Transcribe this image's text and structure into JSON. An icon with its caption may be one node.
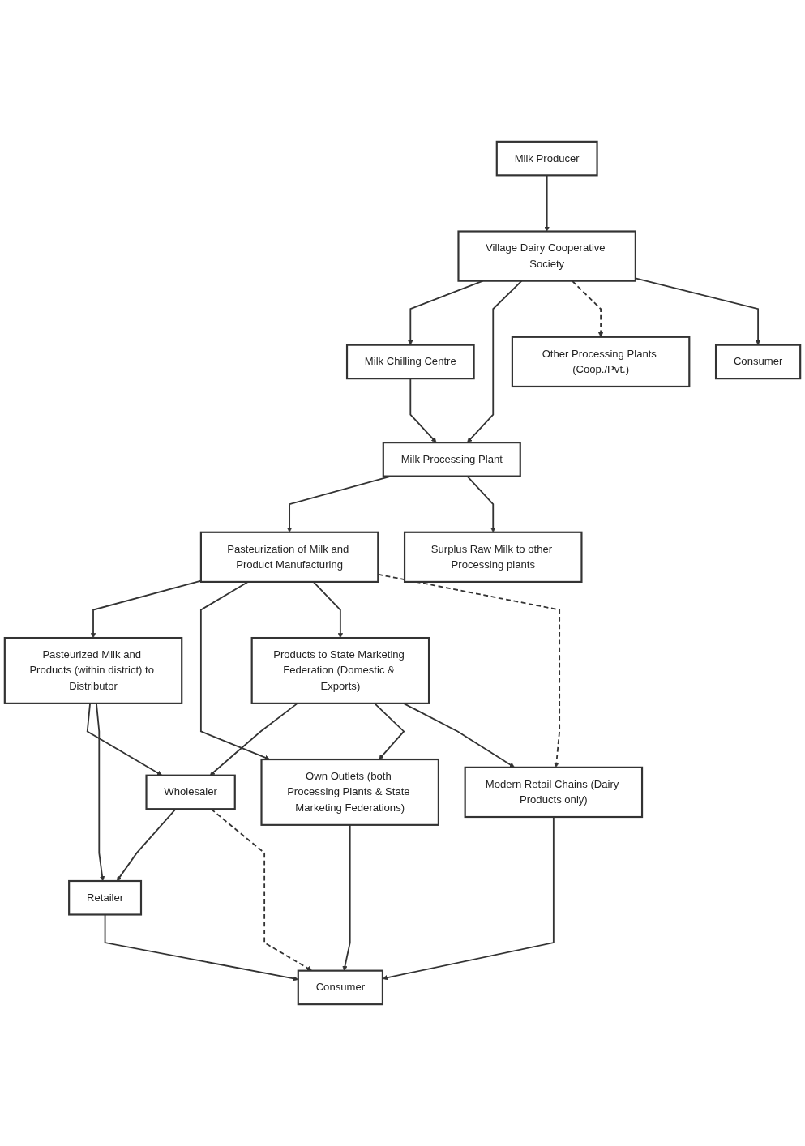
{
  "diagram": {
    "nodes": [
      {
        "text": [
          "Milk Producer"
        ]
      },
      {
        "text": [
          "Village Dairy Cooperative Society"
        ]
      },
      {
        "text": [
          "Milk Chilling Centre"
        ]
      },
      {
        "text": [
          "Consumer"
        ]
      },
      {
        "text": [
          "Milk Processing Plant"
        ]
      },
      {
        "text": [
          "Other Processing Plants (Coop./Pvt.)"
        ]
      },
      {
        "text": [
          "Pasteurization of Milk and Product Manufacturing"
        ]
      },
      {
        "text": [
          "Surplus Raw Milk to other Processing plants"
        ]
      },
      {
        "text": [
          "Pasteurized Milk and Products (within district) to Distributor"
        ]
      },
      {
        "text": [
          "Products to State Marketing Federation (Domestic & Exports)"
        ]
      },
      {
        "text": [
          "Wholesaler"
        ]
      },
      {
        "text": [
          "Own Outlets (both Processing Plants & State Marketing Federations)"
        ]
      },
      {
        "text": [
          "Retailer"
        ]
      },
      {
        "text": [
          "Modern Retail Chains (Dairy Products only)"
        ]
      },
      {
        "text": [
          "Consumer"
        ]
      }
    ],
    "edges": [
      {
        "from": 0,
        "to": 1,
        "arrow": "to"
      },
      {
        "from": 1,
        "to": 2,
        "arrow": "to"
      },
      {
        "from": 1,
        "to": 4,
        "arrow": "to"
      },
      {
        "from": 1,
        "to": 5,
        "arrow": "to",
        "style": "dashed"
      },
      {
        "from": 1,
        "to": 3,
        "arrow": "to"
      },
      {
        "from": 2,
        "to": 4,
        "arrow": "to"
      },
      {
        "from": 4,
        "to": 6,
        "arrow": "to"
      },
      {
        "from": 4,
        "to": 7,
        "arrow": "to"
      },
      {
        "from": 6,
        "to": 8,
        "arrow": "to"
      },
      {
        "from": 6,
        "to": 11,
        "arrow": "to"
      },
      {
        "from": 6,
        "to": 9,
        "arrow": "to"
      },
      {
        "from": 6,
        "to": 13,
        "arrow": "to",
        "style": "dashed"
      },
      {
        "from": 8,
        "to": 10,
        "arrow": "to"
      },
      {
        "from": 8,
        "to": 12,
        "arrow": "to"
      },
      {
        "from": 9,
        "to": 10,
        "arrow": "to"
      },
      {
        "from": 9,
        "to": 11,
        "arrow": "to"
      },
      {
        "from": 9,
        "to": 13,
        "arrow": "to"
      },
      {
        "from": 10,
        "to": 12,
        "arrow": "to"
      },
      {
        "from": 10,
        "to": 14,
        "arrow": "to",
        "style": "dashed"
      },
      {
        "from": 12,
        "to": 14,
        "arrow": "to"
      },
      {
        "from": 11,
        "to": 14,
        "arrow": "to"
      },
      {
        "from": 13,
        "to": 14,
        "arrow": "to"
      }
    ]
  }
}
